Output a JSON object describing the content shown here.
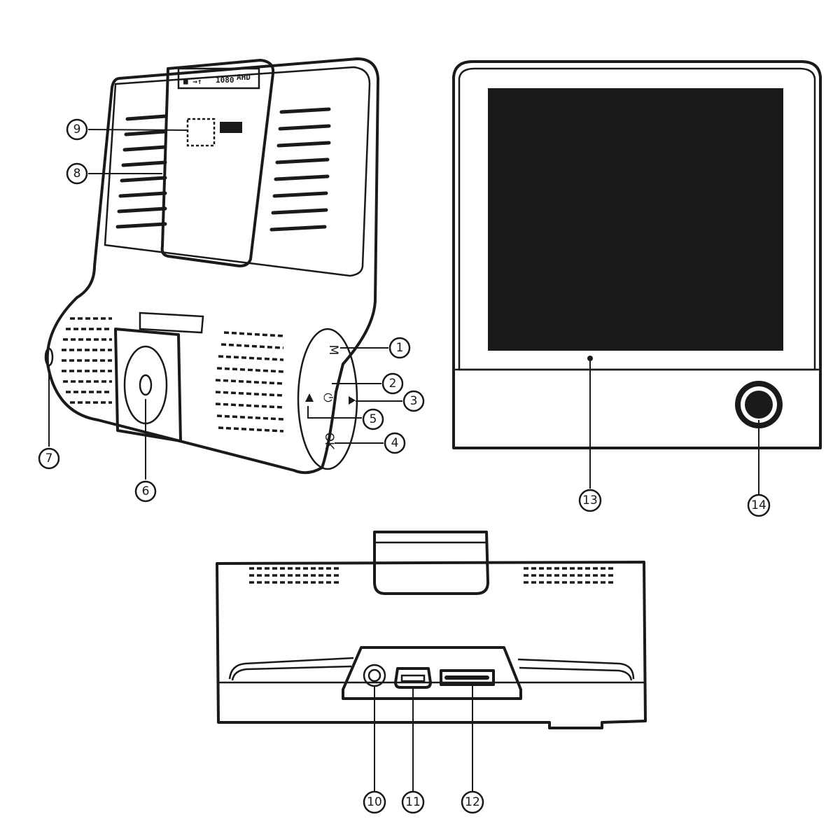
{
  "top_label": {
    "left": "■ →↑",
    "mid": "1080",
    "right": "AHD"
  },
  "screen_symbols": {
    "menu": "M",
    "power": "⏻",
    "ok": "OK"
  },
  "callouts": [
    {
      "id": "1",
      "label": "①"
    },
    {
      "id": "2",
      "label": "②"
    },
    {
      "id": "3",
      "label": "③"
    },
    {
      "id": "4",
      "label": "④"
    },
    {
      "id": "5",
      "label": "⑤"
    },
    {
      "id": "6",
      "label": "⑥"
    },
    {
      "id": "7",
      "label": "⑦"
    },
    {
      "id": "8",
      "label": "⑧"
    },
    {
      "id": "9",
      "label": "⑨"
    },
    {
      "id": "10",
      "label": "⑩"
    },
    {
      "id": "11",
      "label": "⑪"
    },
    {
      "id": "12",
      "label": "⑫"
    },
    {
      "id": "13",
      "label": "⑬"
    },
    {
      "id": "14",
      "label": "⑭"
    }
  ]
}
